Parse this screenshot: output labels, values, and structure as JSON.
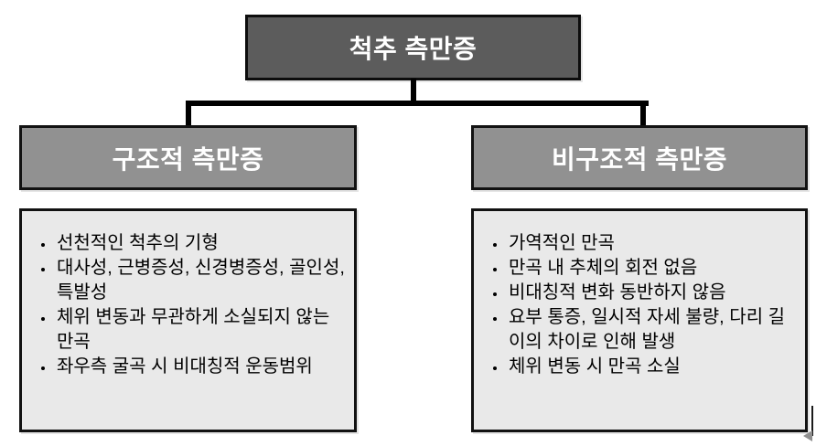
{
  "diagram": {
    "root": {
      "label": "척추 측만증"
    },
    "branches": [
      {
        "header": "구조적 측만증",
        "bullets": [
          "선천적인 척추의 기형",
          "대사성, 근병증성, 신경병증성, 골인성, 특발성",
          "체위 변동과 무관하게 소실되지 않는 만곡",
          "좌우측 굴곡 시 비대칭적 운동범위"
        ]
      },
      {
        "header": "비구조적 측만증",
        "bullets": [
          "가역적인 만곡",
          "만곡 내 추체의 회전 없음",
          "비대칭적 변화 동반하지 않음",
          "요부 통증, 일시적 자세 불량, 다리 길이의 차이로 인해 발생",
          "체위 변동 시 만곡 소실"
        ]
      }
    ],
    "colors": {
      "root_fill": "#5c5c5c",
      "header_fill": "#919191",
      "panel_fill": "#e9e9e9",
      "border": "#121212",
      "connector": "#000000",
      "text_on_dark": "#ffffff",
      "text_body": "#000000"
    }
  }
}
